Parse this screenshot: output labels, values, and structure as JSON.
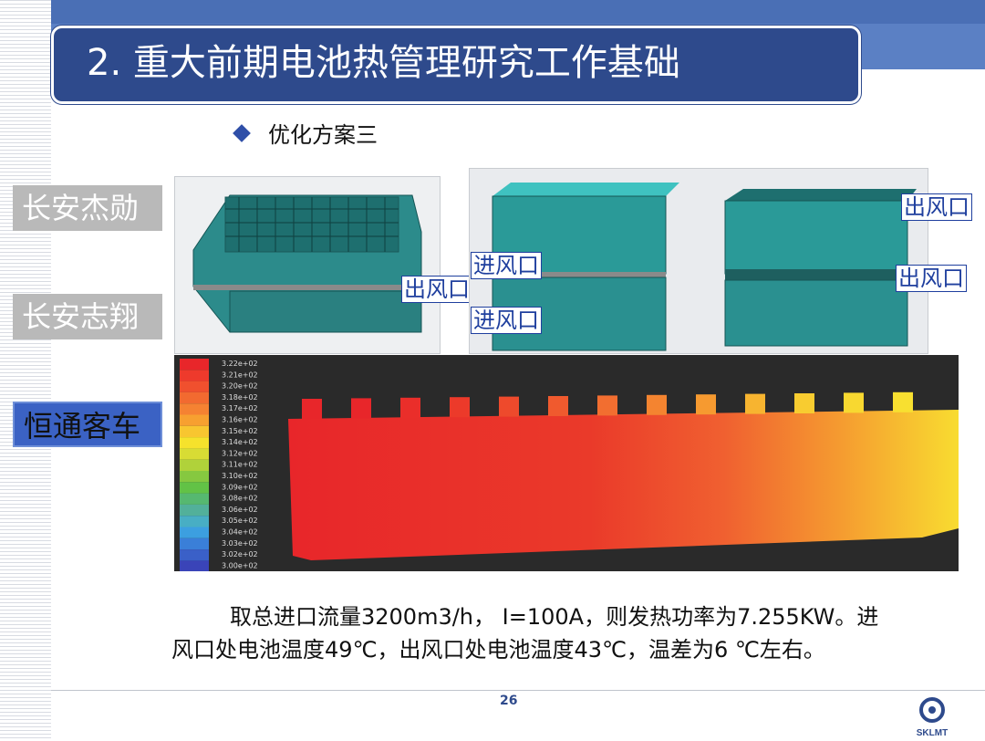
{
  "title": "2.  重大前期电池热管理研究工作基础",
  "bullet": "优化方案三",
  "side_tags": [
    "长安杰勋",
    "长安志翔",
    "恒通客车"
  ],
  "labels": {
    "outlet_left": "出风口",
    "inlet_upper": "进风口",
    "inlet_lower": "进风口",
    "outlet_top_right": "出风口",
    "outlet_mid_right": "出风口"
  },
  "legend_values": [
    "3.22e+02",
    "3.21e+02",
    "3.20e+02",
    "3.18e+02",
    "3.17e+02",
    "3.16e+02",
    "3.15e+02",
    "3.14e+02",
    "3.12e+02",
    "3.11e+02",
    "3.10e+02",
    "3.09e+02",
    "3.08e+02",
    "3.06e+02",
    "3.05e+02",
    "3.04e+02",
    "3.03e+02",
    "3.02e+02",
    "3.00e+02"
  ],
  "legend_colors": [
    "#e8262a",
    "#ee3a2c",
    "#f0502e",
    "#f26a30",
    "#f58232",
    "#f7a030",
    "#f8c630",
    "#f6e22c",
    "#d8dc34",
    "#b0d23a",
    "#86c840",
    "#62c246",
    "#56b870",
    "#52b09a",
    "#48aec4",
    "#3c9fe0",
    "#3a7fd8",
    "#3a60c8",
    "#3a44b8"
  ],
  "paragraph_line1": "取总进口流量3200m3/h， I=100A，则发热功率为7.255KW。进",
  "paragraph_line2": "风口处电池温度49℃，出风口处电池温度43℃，温差为6 ℃左右。",
  "page_number": "26",
  "logo_text": "SKLMT",
  "colors": {
    "title_bg": "#2e4a8c",
    "accent": "#1f3f9e",
    "heat_bg": "#2a2a2a"
  }
}
